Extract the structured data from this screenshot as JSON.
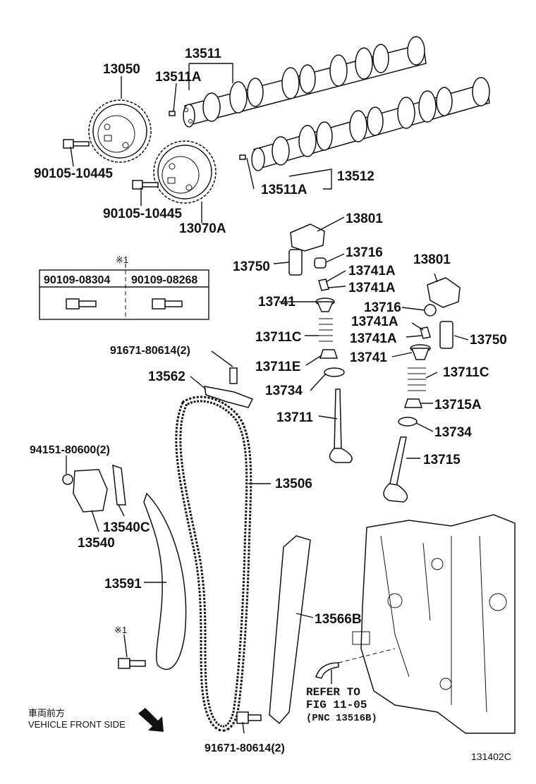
{
  "parts": {
    "p13511": "13511",
    "p13511A_top": "13511A",
    "p13050": "13050",
    "p90105_a": "90105-10445",
    "p13512": "13512",
    "p13511A_bot": "13511A",
    "p90105_b": "90105-10445",
    "p13070A": "13070A",
    "p13801_a": "13801",
    "p13716_a": "13716",
    "p13750_a": "13750",
    "p13741A_1": "13741A",
    "p13741A_2": "13741A",
    "p13741_a": "13741",
    "p13801_b": "13801",
    "p13716_b": "13716",
    "p13741A_3": "13741A",
    "p13741A_4": "13741A",
    "p13711C_a": "13711C",
    "p13750_b": "13750",
    "p13741_b": "13741",
    "p91671_top": "91671-80614(2)",
    "p13711E": "13711E",
    "p13562": "13562",
    "p13711C_b": "13711C",
    "p13734_a": "13734",
    "p13715A": "13715A",
    "p13711": "13711",
    "p13734_b": "13734",
    "p13715": "13715",
    "p94151": "94151-80600(2)",
    "p13506": "13506",
    "p13540C": "13540C",
    "p13540": "13540",
    "p13591": "13591",
    "p13566B": "13566B",
    "p91671_bot": "91671-80614(2)"
  },
  "bolt_table": {
    "note_mark": "※1",
    "col1": "90109-08304",
    "col2": "90109-08268"
  },
  "note_mark_bolt": "※1",
  "reference": {
    "line1": "REFER TO",
    "line2": "FIG 11-05",
    "line3": "(PNC 13516B)"
  },
  "direction": {
    "jp": "車両前方",
    "en": "VEHICLE FRONT SIDE"
  },
  "figure_id": "131402C"
}
